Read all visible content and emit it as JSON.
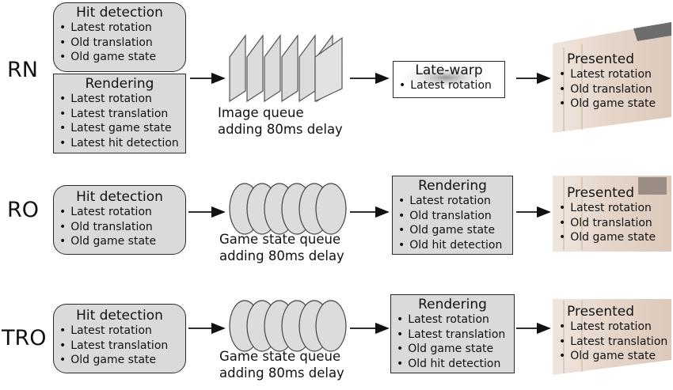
{
  "rows": [
    {
      "label": "RN",
      "hit_detection": {
        "title": "Hit detection",
        "items": [
          "Latest rotation",
          "Old translation",
          "Old game state"
        ]
      },
      "rendering": {
        "title": "Rendering",
        "items": [
          "Latest rotation",
          "Latest translation",
          "Latest game state",
          "Latest hit detection"
        ]
      },
      "queue": {
        "type": "image",
        "caption_line1": "Image queue",
        "caption_line2": "adding 80ms delay"
      },
      "late_warp": {
        "title": "Late-warp",
        "items": [
          "Latest rotation"
        ]
      },
      "presented": {
        "title": "Presented",
        "items": [
          "Latest rotation",
          "Old translation",
          "Old game state"
        ]
      }
    },
    {
      "label": "RO",
      "hit_detection": {
        "title": "Hit detection",
        "items": [
          "Latest rotation",
          "Old translation",
          "Old game state"
        ]
      },
      "queue": {
        "type": "game-state",
        "caption_line1": "Game state queue",
        "caption_line2": "adding 80ms delay"
      },
      "rendering": {
        "title": "Rendering",
        "items": [
          "Latest rotation",
          "Old translation",
          "Old game state",
          "Old hit detection"
        ]
      },
      "presented": {
        "title": "Presented",
        "items": [
          "Latest rotation",
          "Old translation",
          "Old game state"
        ]
      }
    },
    {
      "label": "TRO",
      "hit_detection": {
        "title": "Hit detection",
        "items": [
          "Latest rotation",
          "Latest translation",
          "Old game state"
        ]
      },
      "queue": {
        "type": "game-state",
        "caption_line1": "Game state queue",
        "caption_line2": "adding 80ms delay"
      },
      "rendering": {
        "title": "Rendering",
        "items": [
          "Latest rotation",
          "Latest translation",
          "Old game state",
          "Old hit detection"
        ]
      },
      "presented": {
        "title": "Presented",
        "items": [
          "Latest rotation",
          "Latest translation",
          "Old game state"
        ]
      }
    }
  ],
  "colors": {
    "box_fill": "#dadada",
    "border": "#2a2a2a",
    "arrow": "#111111",
    "presented_tint": "#e9ded6"
  }
}
